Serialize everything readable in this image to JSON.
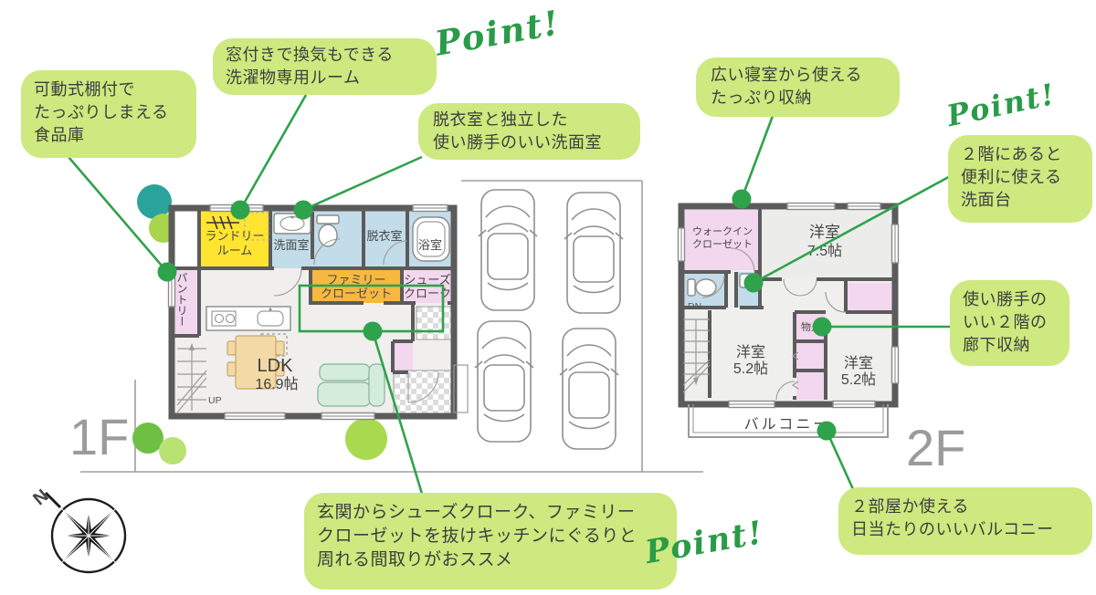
{
  "palette": {
    "bubble_green": "#cde97f",
    "accent_green": "#2fa24c",
    "handwriting_green": "#2a9b47",
    "room_yellow": "#ffe431",
    "room_blue": "#c3dce9",
    "room_orange": "#f6b840",
    "room_pink": "#f3d7ee",
    "wall_gray": "#5b5b5b",
    "floor_label_gray": "#9b9b9b"
  },
  "point_label": "Point!",
  "compass": {
    "north": "N"
  },
  "floor1": {
    "label": "1F",
    "rooms": {
      "laundry_line1": "ランドリー",
      "laundry_line2": "ルーム",
      "washroom": "洗面室",
      "dressing": "脱衣室",
      "bath": "浴室",
      "pantry": "パントリー",
      "family_closet_line1": "ファミリー",
      "family_closet_line2": "クローゼット",
      "shoe_cloak_line1": "シューズ",
      "shoe_cloak_line2": "クローク",
      "ldk_line1": "LDK",
      "ldk_line2": "16.9帖",
      "up": "UP"
    }
  },
  "floor2": {
    "label": "2F",
    "rooms": {
      "wic_line1": "ウォークイン",
      "wic_line2": "クローゼット",
      "bedroom_main_line1": "洋室",
      "bedroom_main_line2": "7.5帖",
      "bedroom_left_line1": "洋室",
      "bedroom_left_line2": "5.2帖",
      "bedroom_right_line1": "洋室",
      "bedroom_right_line2": "5.2帖",
      "storage": "物入",
      "dn": "DN",
      "balcony": "バルコニー"
    }
  },
  "annotations": {
    "food_pantry": [
      "可動式棚付で",
      "たっぷりしまえる",
      "食品庫"
    ],
    "laundry_room": [
      "窓付きで換気もできる",
      "洗濯物専用ルーム"
    ],
    "washroom": [
      "脱衣室と独立した",
      "使い勝手のいい洗面室"
    ],
    "bedroom_storage": [
      "広い寝室から使える",
      "たっぷり収納"
    ],
    "second_floor_washstand": [
      "２階にあると",
      "便利に使える",
      "洗面台"
    ],
    "hallway_storage": [
      "使い勝手の",
      "いい２階の",
      "廊下収納"
    ],
    "circulation": [
      "玄関からシューズクローク、ファミリー",
      "クローゼットを抜けキッチンにぐるりと",
      "周れる間取りがおススメ"
    ],
    "balcony": [
      "２部屋か使える",
      "日当たりのいいバルコニー"
    ]
  }
}
